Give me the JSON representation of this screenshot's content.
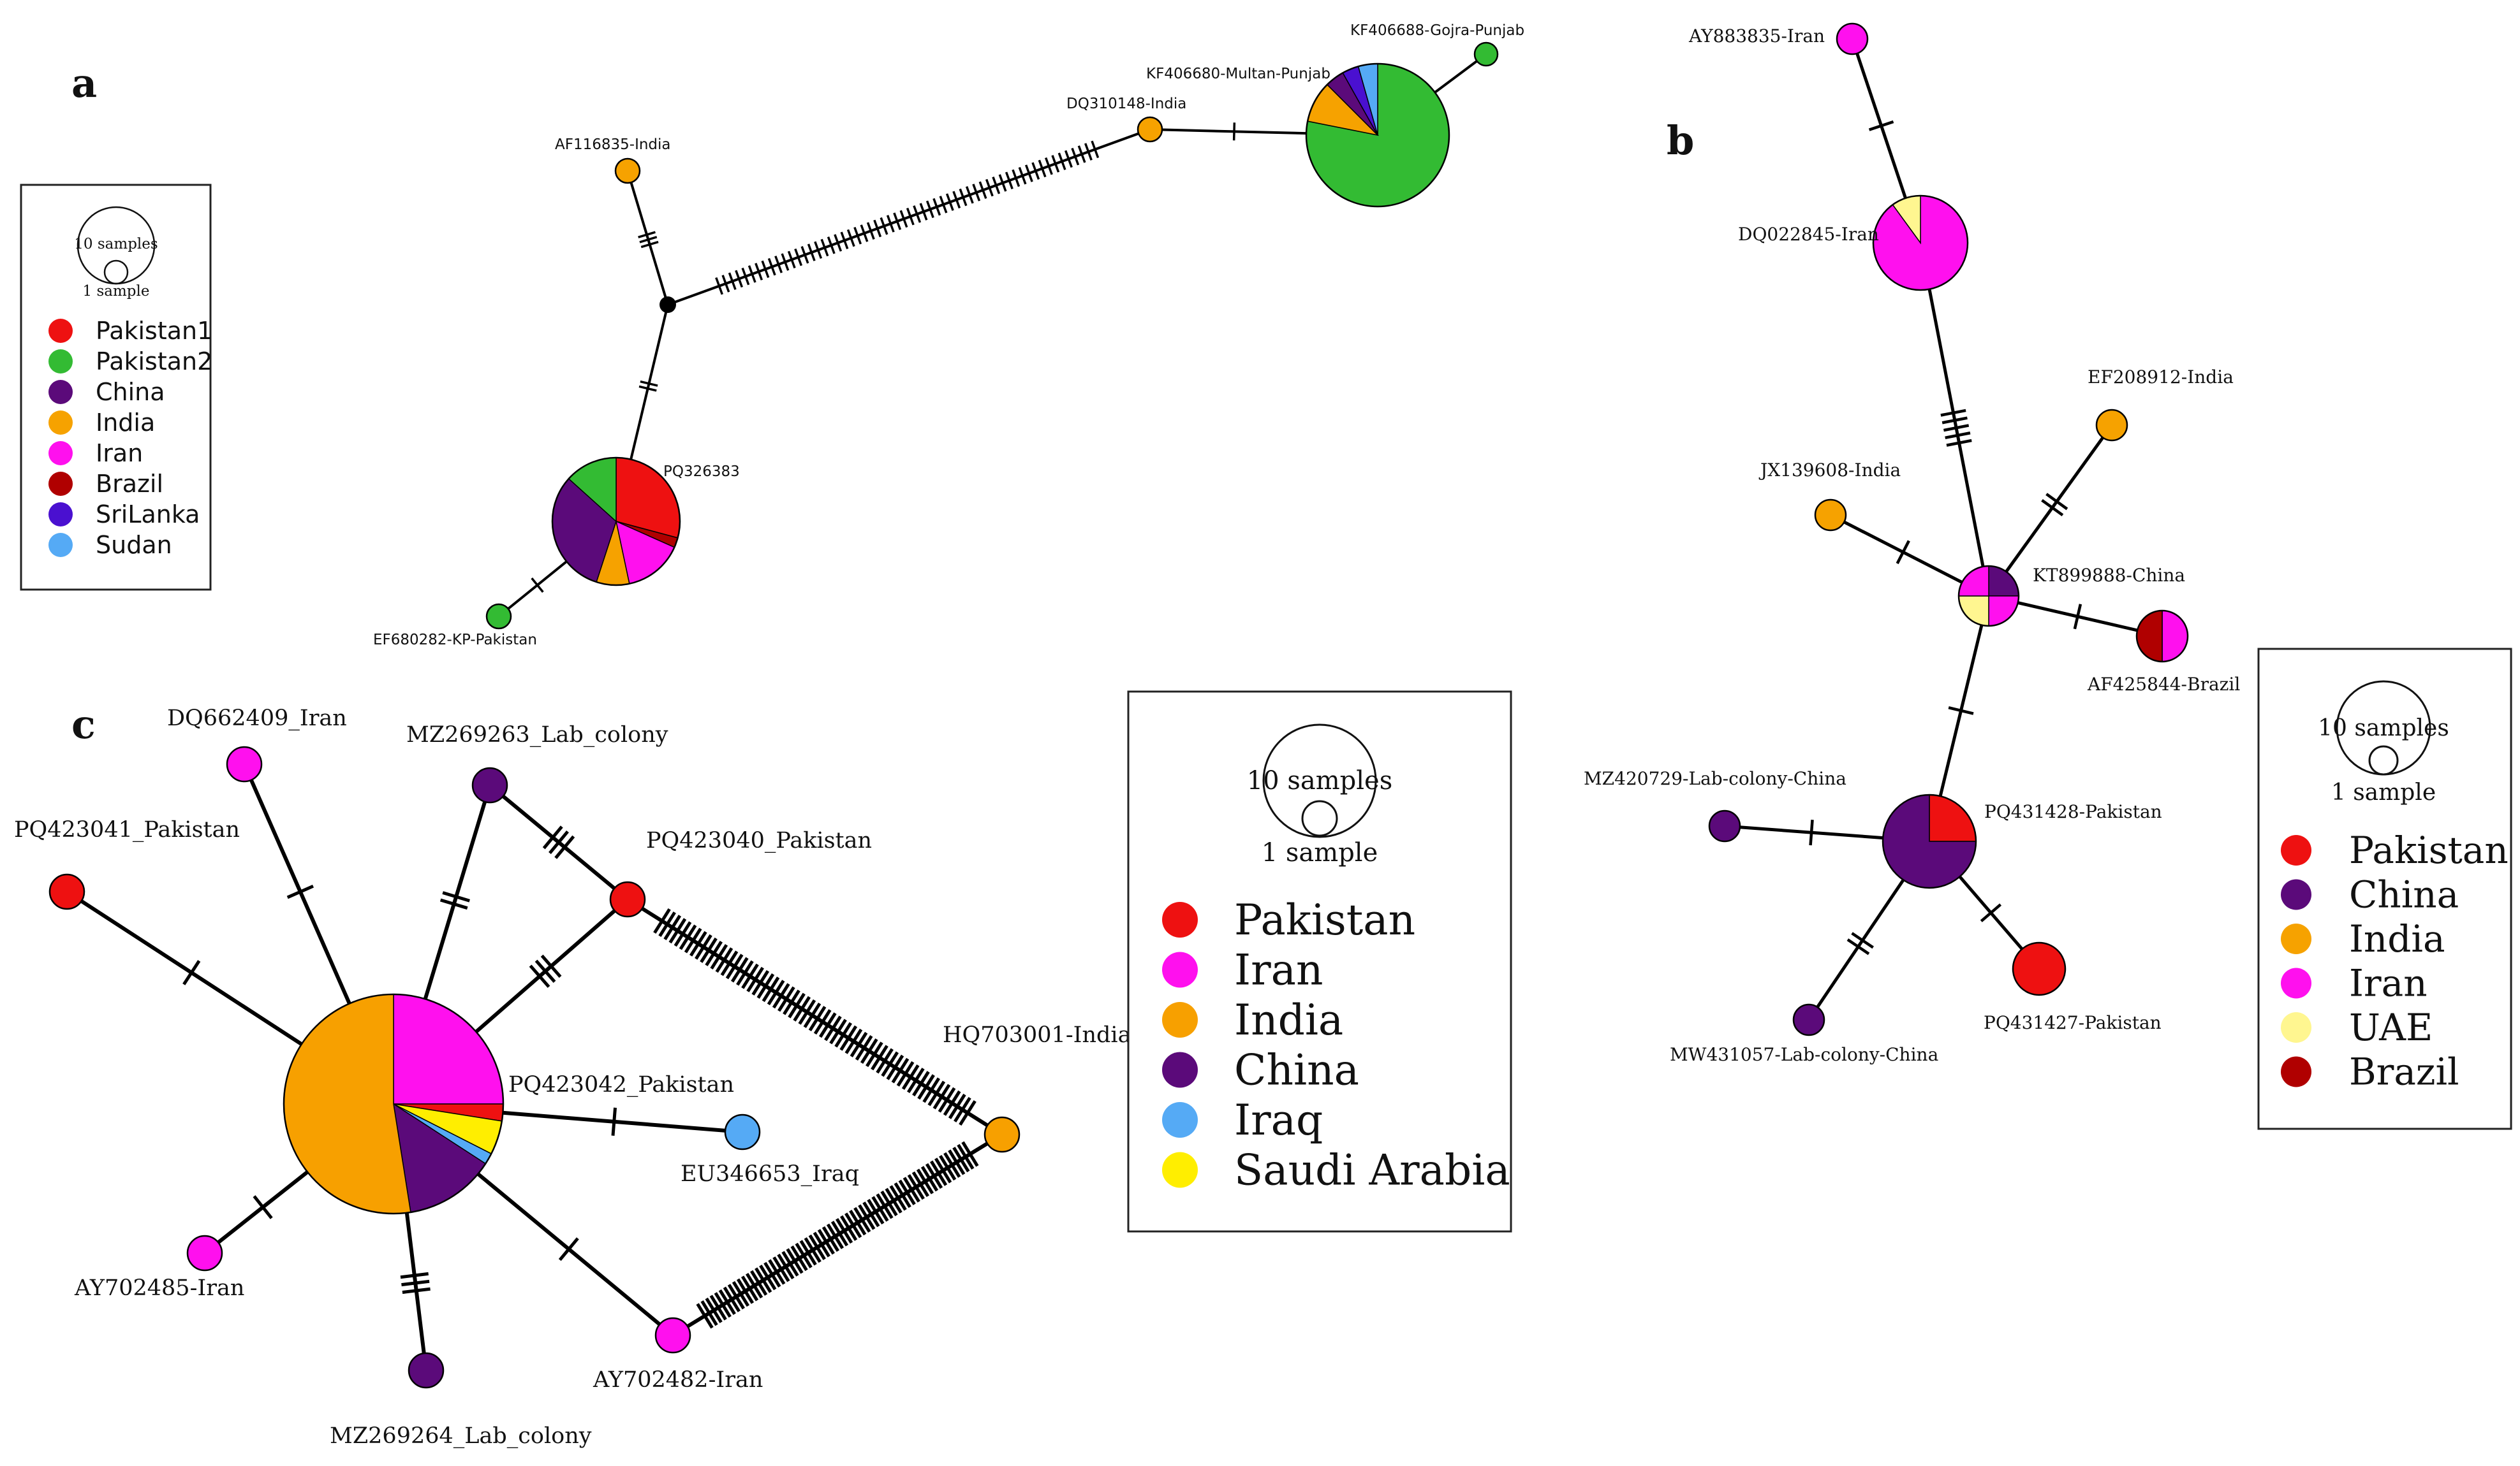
{
  "colors": {
    "Pakistan1": "#ee1111",
    "Pakistan2": "#33bb33",
    "Pakistan": "#ee1111",
    "China": "#5b0a7a",
    "India": "#f6a200",
    "Iran": "#ff10ee",
    "Brazil": "#b00000",
    "SriLanka": "#4a10d0",
    "Sudan": "#55aaf5",
    "Iraq": "#55aaf5",
    "SaudiArabia": "#ffee00",
    "UAE": "#fff690",
    "IndiaC": "#f7a000",
    "edge": "#000000"
  },
  "panels": [
    {
      "id": "a",
      "letter": "a",
      "legend": {
        "size_large": "10 samples",
        "size_small": "1 sample",
        "entries": [
          {
            "label": "Pakistan1",
            "color_key": "Pakistan1"
          },
          {
            "label": "Pakistan2",
            "color_key": "Pakistan2"
          },
          {
            "label": "China",
            "color_key": "China"
          },
          {
            "label": "India",
            "color_key": "India"
          },
          {
            "label": "Iran",
            "color_key": "Iran"
          },
          {
            "label": "Brazil",
            "color_key": "Brazil"
          },
          {
            "label": "SriLanka",
            "color_key": "SriLanka"
          },
          {
            "label": "Sudan",
            "color_key": "Sudan"
          }
        ]
      },
      "nodes": [
        {
          "id": "kf406688",
          "label": "KF406688-Gojra-Punjab",
          "samples": 1,
          "slices": [
            {
              "color_key": "Pakistan2",
              "count": 1
            }
          ]
        },
        {
          "id": "kf406680",
          "label": "KF406680-Multan-Punjab",
          "samples": 16,
          "slices": [
            {
              "color_key": "Pakistan2",
              "count": 12.5
            },
            {
              "color_key": "India",
              "count": 1.5
            },
            {
              "color_key": "China",
              "count": 0.7
            },
            {
              "color_key": "SriLanka",
              "count": 0.6
            },
            {
              "color_key": "Sudan",
              "count": 0.7
            }
          ]
        },
        {
          "id": "dq310148",
          "label": "DQ310148-India",
          "samples": 1,
          "slices": [
            {
              "color_key": "India",
              "count": 1
            }
          ]
        },
        {
          "id": "af116835",
          "label": "AF116835-India",
          "samples": 1,
          "slices": [
            {
              "color_key": "India",
              "count": 1
            }
          ]
        },
        {
          "id": "pq326383",
          "label": "PQ326383",
          "samples": 12,
          "slices": [
            {
              "color_key": "Pakistan1",
              "count": 3.5
            },
            {
              "color_key": "Brazil",
              "count": 0.3
            },
            {
              "color_key": "Iran",
              "count": 1.8
            },
            {
              "color_key": "India",
              "count": 1
            },
            {
              "color_key": "China",
              "count": 3.8
            },
            {
              "color_key": "Pakistan2",
              "count": 1.6
            }
          ]
        },
        {
          "id": "ef680282",
          "label": "EF680282-KP-Pakistan",
          "samples": 1,
          "slices": [
            {
              "color_key": "Pakistan2",
              "count": 1
            }
          ]
        }
      ],
      "edges": [
        {
          "from": "kf406680",
          "to": "kf406688",
          "mutations": 0
        },
        {
          "from": "kf406680",
          "to": "dq310148",
          "mutations": 1
        },
        {
          "from": "dq310148",
          "to": "median_a",
          "mutations": 58
        },
        {
          "from": "median_a",
          "to": "af116835",
          "mutations": 3
        },
        {
          "from": "median_a",
          "to": "pq326383",
          "mutations": 2
        },
        {
          "from": "pq326383",
          "to": "ef680282",
          "mutations": 1
        }
      ]
    },
    {
      "id": "b",
      "letter": "b",
      "legend": {
        "size_large": "10 samples",
        "size_small": "1 sample",
        "entries": [
          {
            "label": "Pakistan",
            "color_key": "Pakistan"
          },
          {
            "label": "China",
            "color_key": "China"
          },
          {
            "label": "India",
            "color_key": "India"
          },
          {
            "label": "Iran",
            "color_key": "Iran"
          },
          {
            "label": "UAE",
            "color_key": "UAE"
          },
          {
            "label": "Brazil",
            "color_key": "Brazil"
          }
        ]
      },
      "nodes": [
        {
          "id": "ay883835",
          "label": "AY883835-Iran",
          "samples": 1,
          "slices": [
            {
              "color_key": "Iran",
              "count": 1
            }
          ]
        },
        {
          "id": "dq022845",
          "label": "DQ022845-Iran",
          "samples": 10,
          "slices": [
            {
              "color_key": "Iran",
              "count": 9
            },
            {
              "color_key": "UAE",
              "count": 1
            }
          ]
        },
        {
          "id": "ef208912",
          "label": "EF208912-India",
          "samples": 1,
          "slices": [
            {
              "color_key": "India",
              "count": 1
            }
          ]
        },
        {
          "id": "jx139608",
          "label": "JX139608-India",
          "samples": 1,
          "slices": [
            {
              "color_key": "India",
              "count": 1
            }
          ]
        },
        {
          "id": "kt899888",
          "label": "KT899888-China",
          "samples": 4,
          "slices": [
            {
              "color_key": "China",
              "count": 1
            },
            {
              "color_key": "Iran",
              "count": 1
            },
            {
              "color_key": "UAE",
              "count": 1
            },
            {
              "color_key": "Iran",
              "count": 1
            }
          ]
        },
        {
          "id": "af425844",
          "label": "AF425844-Brazil",
          "samples": 3,
          "slices": [
            {
              "color_key": "Iran",
              "count": 1.5
            },
            {
              "color_key": "Brazil",
              "count": 1.5
            }
          ]
        },
        {
          "id": "mz420729",
          "label": "MZ420729-Lab-colony-China",
          "samples": 1,
          "slices": [
            {
              "color_key": "China",
              "count": 1
            }
          ]
        },
        {
          "id": "pq431428",
          "label": "PQ431428-Pakistan",
          "samples": 10,
          "slices": [
            {
              "color_key": "Pakistan",
              "count": 2.5
            },
            {
              "color_key": "China",
              "count": 7.5
            }
          ]
        },
        {
          "id": "mw431057",
          "label": "MW431057-Lab-colony-China",
          "samples": 1,
          "slices": [
            {
              "color_key": "China",
              "count": 1
            }
          ]
        },
        {
          "id": "pq431427",
          "label": "PQ431427-Pakistan",
          "samples": 3,
          "slices": [
            {
              "color_key": "Pakistan",
              "count": 1
            }
          ]
        }
      ],
      "edges": [
        {
          "from": "ay883835",
          "to": "dq022845",
          "mutations": 1
        },
        {
          "from": "dq022845",
          "to": "kt899888",
          "mutations": 5
        },
        {
          "from": "kt899888",
          "to": "ef208912",
          "mutations": 2
        },
        {
          "from": "kt899888",
          "to": "jx139608",
          "mutations": 1
        },
        {
          "from": "kt899888",
          "to": "af425844",
          "mutations": 1
        },
        {
          "from": "kt899888",
          "to": "pq431428",
          "mutations": 1
        },
        {
          "from": "pq431428",
          "to": "mz420729",
          "mutations": 1
        },
        {
          "from": "pq431428",
          "to": "mw431057",
          "mutations": 2
        },
        {
          "from": "pq431428",
          "to": "pq431427",
          "mutations": 1
        }
      ]
    },
    {
      "id": "c",
      "letter": "c",
      "legend": {
        "size_large": "10 samples",
        "size_small": "1 sample",
        "entries": [
          {
            "label": "Pakistan",
            "color_key": "Pakistan"
          },
          {
            "label": "Iran",
            "color_key": "Iran"
          },
          {
            "label": "India",
            "color_key": "IndiaC"
          },
          {
            "label": "China",
            "color_key": "China"
          },
          {
            "label": "Iraq",
            "color_key": "Iraq"
          },
          {
            "label": "Saudi Arabia",
            "color_key": "SaudiArabia"
          }
        ]
      },
      "nodes": [
        {
          "id": "dq662409",
          "label": "DQ662409_Iran",
          "samples": 1,
          "slices": [
            {
              "color_key": "Iran",
              "count": 1
            }
          ]
        },
        {
          "id": "mz269263",
          "label": "MZ269263_Lab_colony",
          "samples": 1,
          "slices": [
            {
              "color_key": "China",
              "count": 1
            }
          ]
        },
        {
          "id": "pq423041",
          "label": "PQ423041_Pakistan",
          "samples": 1,
          "slices": [
            {
              "color_key": "Pakistan",
              "count": 1
            }
          ]
        },
        {
          "id": "pq423040",
          "label": "PQ423040_Pakistan",
          "samples": 1,
          "slices": [
            {
              "color_key": "Pakistan",
              "count": 1
            }
          ]
        },
        {
          "id": "pq423042",
          "label": "PQ423042_Pakistan",
          "samples": 24,
          "slices": [
            {
              "color_key": "Iran",
              "count": 6
            },
            {
              "color_key": "Pakistan",
              "count": 0.6
            },
            {
              "color_key": "SaudiArabia",
              "count": 1.2
            },
            {
              "color_key": "Iraq",
              "count": 0.4
            },
            {
              "color_key": "China",
              "count": 3.2
            },
            {
              "color_key": "IndiaC",
              "count": 12.6
            }
          ]
        },
        {
          "id": "hq703001",
          "label": "HQ703001-India",
          "samples": 1,
          "slices": [
            {
              "color_key": "IndiaC",
              "count": 1
            }
          ]
        },
        {
          "id": "eu346653",
          "label": "EU346653_Iraq",
          "samples": 1,
          "slices": [
            {
              "color_key": "Iraq",
              "count": 1
            }
          ]
        },
        {
          "id": "ay702485",
          "label": "AY702485-Iran",
          "samples": 1,
          "slices": [
            {
              "color_key": "Iran",
              "count": 1
            }
          ]
        },
        {
          "id": "ay702482",
          "label": "AY702482-Iran",
          "samples": 1,
          "slices": [
            {
              "color_key": "Iran",
              "count": 1
            }
          ]
        },
        {
          "id": "mz269264",
          "label": "MZ269264_Lab_colony",
          "samples": 1,
          "slices": [
            {
              "color_key": "China",
              "count": 1
            }
          ]
        }
      ],
      "edges": [
        {
          "from": "pq423042",
          "to": "dq662409",
          "mutations": 1
        },
        {
          "from": "pq423042",
          "to": "mz269263",
          "mutations": 2
        },
        {
          "from": "pq423042",
          "to": "pq423041",
          "mutations": 1
        },
        {
          "from": "pq423042",
          "to": "pq423040",
          "mutations": 3
        },
        {
          "from": "pq423040",
          "to": "mz269263",
          "mutations": 3
        },
        {
          "from": "pq423040",
          "to": "hq703001",
          "mutations": 60
        },
        {
          "from": "hq703001",
          "to": "ay702482",
          "mutations": 60
        },
        {
          "from": "pq423042",
          "to": "eu346653",
          "mutations": 1
        },
        {
          "from": "pq423042",
          "to": "ay702485",
          "mutations": 1
        },
        {
          "from": "pq423042",
          "to": "ay702482",
          "mutations": 1
        },
        {
          "from": "pq423042",
          "to": "mz269264",
          "mutations": 3
        }
      ]
    }
  ]
}
